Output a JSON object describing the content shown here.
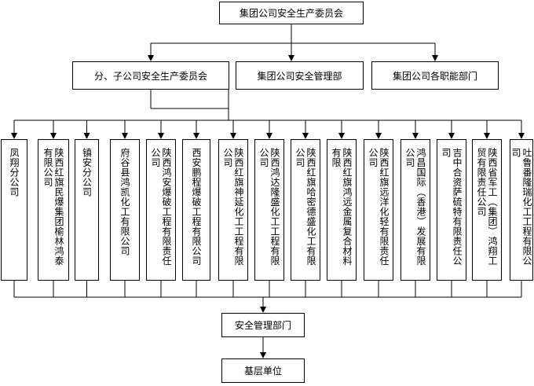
{
  "root": "集团公司安全生产委员会",
  "level2": [
    "分、子公司安全生产委员会",
    "集团公司安全管理部",
    "集团公司各职能部门"
  ],
  "units": [
    [
      "凤翔分公司"
    ],
    [
      "陕西红旗民爆集团榆林鸿泰",
      "有限公司"
    ],
    [
      "镇安分公司"
    ],
    [
      "府谷县鸿凯化工有限公司"
    ],
    [
      "陕西鸿安爆破工程有限责任",
      "公司"
    ],
    [
      "西安鹏程爆破工程有限公司"
    ],
    [
      "陕西红旗神延化工工程有限",
      "公司"
    ],
    [
      "陕西鸿达隆盛化工工程有限",
      "公司"
    ],
    [
      "陕西红旗哈密德盛化工有限",
      "公司"
    ],
    [
      "陕西红旗鸿远金属复合材料",
      "有限"
    ],
    [
      "陕西红旗远洋化轻有限责任",
      "公司"
    ],
    [
      "鸿昌国际（香港）发展有限",
      "公司"
    ],
    [
      "吉中合资萨硫特有限责任公",
      "司"
    ],
    [
      "陕西省军工（集团）鸿翔工",
      "贸有限责任公司"
    ],
    [
      "吐鲁番隆瑞化工工程有限公",
      "司"
    ]
  ],
  "bottom1": "安全管理部门",
  "bottom2": "基层单位"
}
